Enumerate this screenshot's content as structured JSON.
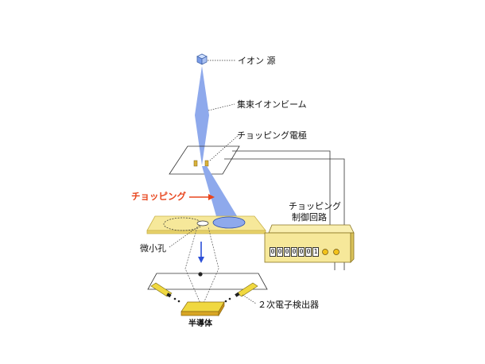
{
  "labels": {
    "ion_source": "イオン 源",
    "focused_beam": "集束イオンビーム",
    "chopping_electrode": "チョッピング電極",
    "chopping": "チョッピング",
    "control_circuit_line1": "チョッピング",
    "control_circuit_line2": "制御回路",
    "micro_hole": "微小孔",
    "secondary_detector": "２次電子検出器",
    "semiconductor": "半導体"
  },
  "counter_digits": [
    "0",
    "0",
    "0",
    "0",
    "0",
    "0",
    "1"
  ],
  "colors": {
    "beam": "#8ea9ec",
    "plate": "#f6e89a",
    "plate_edge": "#c9b24a",
    "chop_arrow": "#e8461e",
    "down_arrow": "#2c4fd8",
    "detector": "#f0d840",
    "box": "#f6e89a"
  },
  "icons": {
    "ion_source": "cube-icon",
    "chopping_arrow": "right-arrow-icon",
    "beam_direction": "down-arrow-icon"
  }
}
